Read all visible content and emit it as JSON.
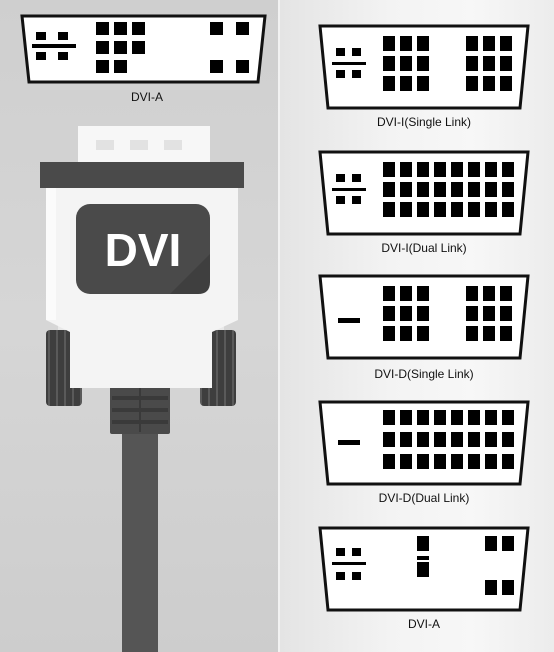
{
  "colors": {
    "panel_left": "#d2d2d2",
    "panel_right": "#f3f3f3",
    "connector_outline": "#111111",
    "connector_face": "#ffffff",
    "pin": "#000000",
    "plug_white": "#f4f4f4",
    "plug_dark": "#4a4a4a",
    "cable": "#555555",
    "badge": "#4a4a4a",
    "badge_text": "#ffffff"
  },
  "plug": {
    "badge_text": "DVI"
  },
  "connectors": [
    {
      "id": "top-dvi-a",
      "label": "DVI-A"
    },
    {
      "id": "dvi-i-single",
      "label": "DVI-I(Single Link)"
    },
    {
      "id": "dvi-i-dual",
      "label": "DVI-I(Dual Link)"
    },
    {
      "id": "dvi-d-single",
      "label": "DVI-D(Single Link)"
    },
    {
      "id": "dvi-d-dual",
      "label": "DVI-D(Dual Link)"
    },
    {
      "id": "dvi-a",
      "label": "DVI-A"
    }
  ]
}
